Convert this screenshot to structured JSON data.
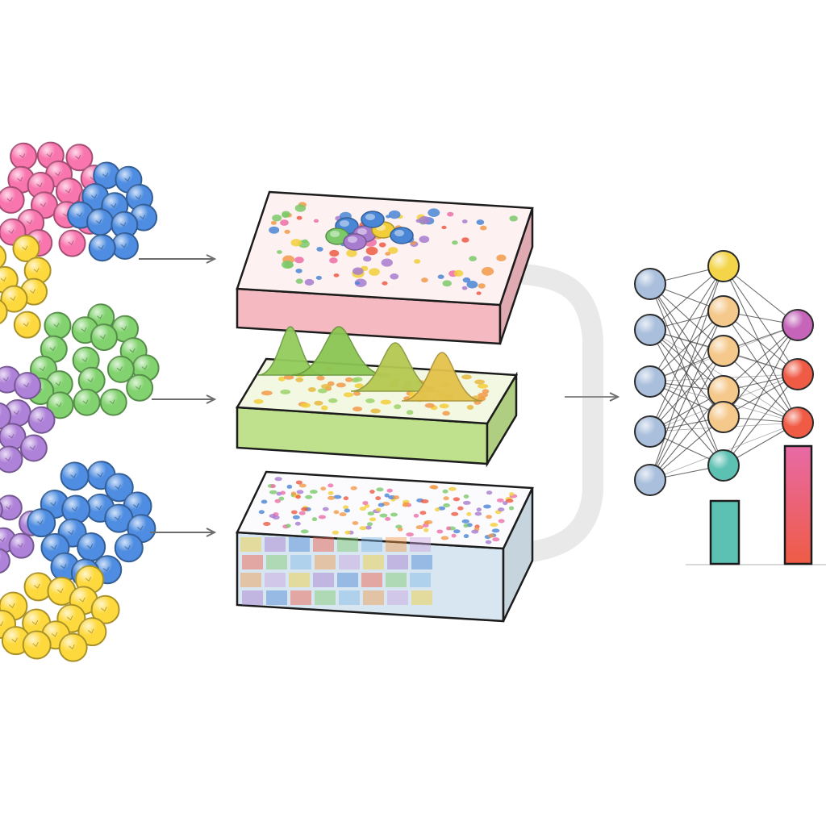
{
  "palette": {
    "pink": "#ec6fa6",
    "blue": "#4a86d6",
    "yellow": "#f2cf3a",
    "green": "#7cc96a",
    "purple": "#a77ccf",
    "node_blue": "#a9bfdc",
    "node_yellow": "#f4d54a",
    "node_orange": "#f5c98c",
    "node_magenta": "#c564b9",
    "node_red": "#ef5b45",
    "node_teal": "#5cc1b3",
    "arrow": "#6d6d6d",
    "outline": "#1c1c1c"
  },
  "clusters": [
    {
      "name": "pink",
      "color": "#ec6fa6"
    },
    {
      "name": "blue",
      "color": "#4a86d6"
    },
    {
      "name": "yellow",
      "color": "#f2cf3a"
    },
    {
      "name": "green",
      "color": "#7cc96a"
    },
    {
      "name": "purple",
      "color": "#a77ccf"
    }
  ],
  "layers": [
    {
      "name": "cell-segmentation-layer",
      "top": "#fdf1f1",
      "side": "#f4b9c1"
    },
    {
      "name": "expression-peaks-layer",
      "top": "#f3f8e3",
      "side": "#bfe08c"
    },
    {
      "name": "spatial-grid-layer",
      "top": "#fbfbfd",
      "side": "#d7e6f1"
    }
  ],
  "network": {
    "layer_sizes": [
      5,
      6,
      3
    ]
  },
  "output_bars": [
    {
      "name": "teal-bar",
      "color": "#5cc1b3"
    },
    {
      "name": "gradient-bar",
      "color": "#ef5b45"
    }
  ]
}
